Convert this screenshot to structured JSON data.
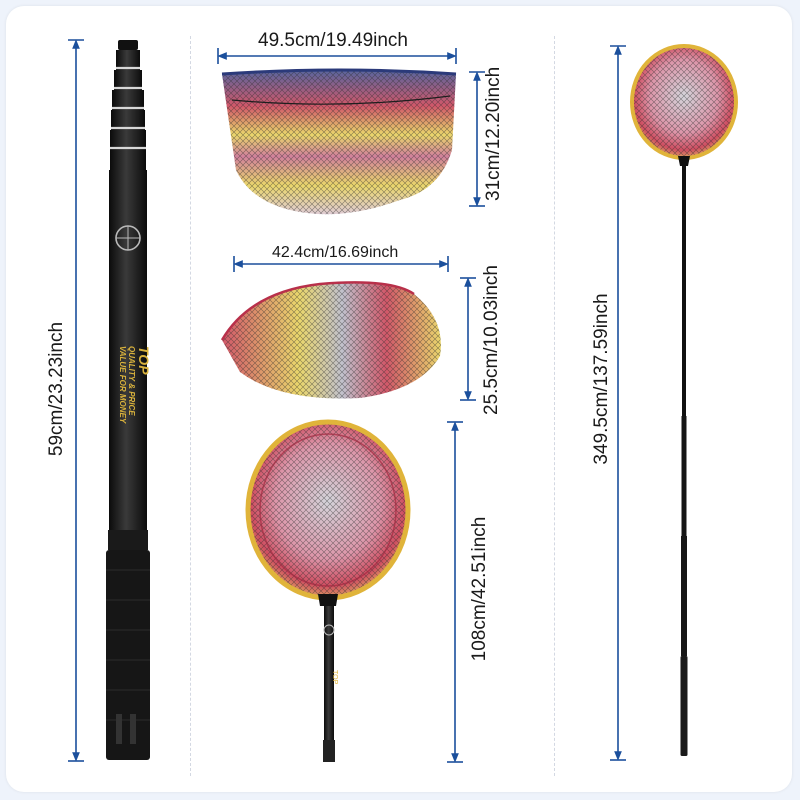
{
  "colors": {
    "arrow": "#1b4f9c",
    "rim": "#e0b43a",
    "pole": "#121212",
    "mesh_red": "#c93a4f",
    "mesh_yellow": "#e6cf52",
    "mesh_blue": "#3a4a8e"
  },
  "measurements": {
    "pole_length": "59cm/23.23inch",
    "net1_width": "49.5cm/19.49inch",
    "net1_height": "31cm/12.20inch",
    "net2_width": "42.4cm/16.69inch",
    "net2_height": "25.5cm/10.03inch",
    "collapsed_length": "108cm/42.51inch",
    "extended_length": "349.5cm/137.59inch"
  },
  "pole_branding": {
    "brand": "TOP",
    "line1": "QUALITY & PRICE",
    "line2": "VALUE FOR MONEY"
  }
}
